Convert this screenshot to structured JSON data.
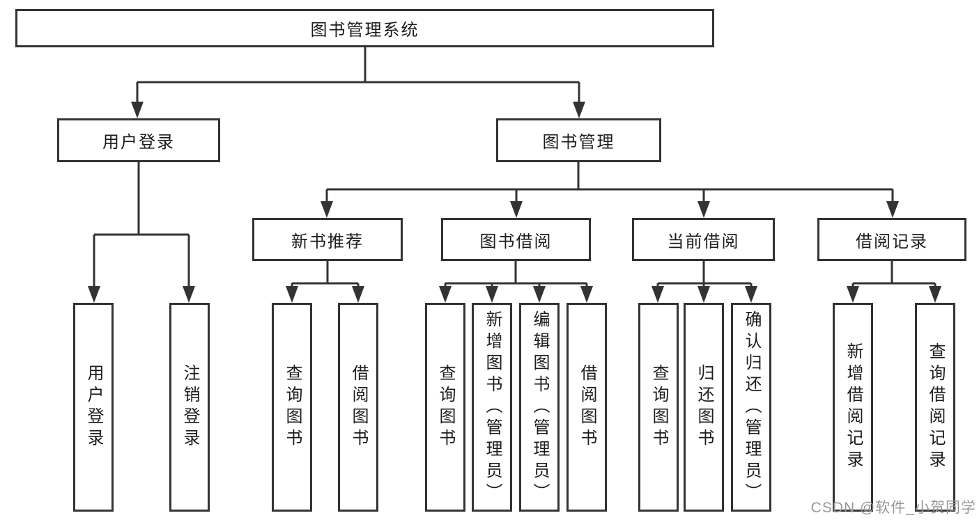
{
  "tree": {
    "root": "图书管理系统",
    "user_login": {
      "label": "用户登录",
      "children": [
        "用户登录",
        "注销登录"
      ]
    },
    "book_mgmt": {
      "label": "图书管理",
      "sections": [
        {
          "label": "新书推荐",
          "children": [
            "查询图书",
            "借阅图书"
          ]
        },
        {
          "label": "图书借阅",
          "children": [
            "查询图书",
            "新增图书（管理员）",
            "编辑图书（管理员）",
            "借阅图书"
          ]
        },
        {
          "label": "当前借阅",
          "children": [
            "查询图书",
            "归还图书",
            "确认归还（管理员）"
          ]
        },
        {
          "label": "借阅记录",
          "children": [
            "新增借阅记录",
            "查询借阅记录"
          ]
        }
      ]
    }
  },
  "watermark": {
    "text": "CSDN @软件_小贺同学"
  },
  "colors": {
    "line": "#333333",
    "text": "#1c1c1c",
    "watermark": "#979797",
    "background": "#ffffff"
  }
}
